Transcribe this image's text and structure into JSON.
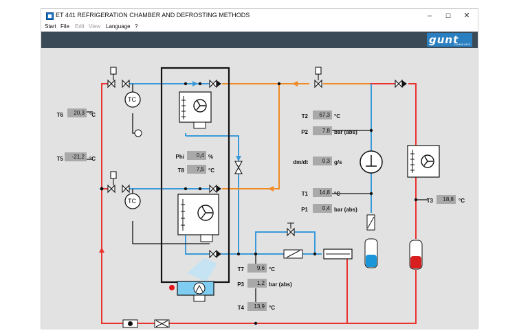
{
  "window": {
    "title": "ET 441 REFRIGERATION CHAMBER AND DEFROSTING METHODS",
    "minimize_glyph": "–",
    "maximize_glyph": "☐",
    "close_glyph": "✕"
  },
  "menu": {
    "start": "Start",
    "file": "File",
    "edit": "Edit",
    "view": "View",
    "language": "Language",
    "help": "?"
  },
  "logo": {
    "text": "gunt",
    "sub": "HAMBURG"
  },
  "readings": {
    "T6": {
      "label": "T6",
      "value": "20,3",
      "unit": "°C"
    },
    "T5": {
      "label": "T5",
      "value": "-21,2",
      "unit": "°C"
    },
    "Phi": {
      "label": "Phi",
      "value": "0,4",
      "unit": "%"
    },
    "T8": {
      "label": "T8",
      "value": "7,5",
      "unit": "°C"
    },
    "T2": {
      "label": "T2",
      "value": "67,3",
      "unit": "°C"
    },
    "P2": {
      "label": "P2",
      "value": "7,8",
      "unit": "bar (abs)"
    },
    "dmdt": {
      "label": "dm/dt",
      "value": "0,3",
      "unit": "g/s"
    },
    "T1": {
      "label": "T1",
      "value": "14,8",
      "unit": "°C"
    },
    "P1": {
      "label": "P1",
      "value": "0,4",
      "unit": "bar (abs)"
    },
    "T3": {
      "label": "T3",
      "value": "18,8",
      "unit": "°C"
    },
    "T7": {
      "label": "T7",
      "value": "9,6",
      "unit": "°C"
    },
    "P3": {
      "label": "P3",
      "value": "1,2",
      "unit": "bar (abs)"
    },
    "T4": {
      "label": "T4",
      "value": "13,9",
      "unit": "°C"
    }
  },
  "symbols": {
    "tc": "TC"
  },
  "colors": {
    "hot_line": "#e8332f",
    "cold_line": "#3a9ad9",
    "hotgas_line": "#f08a24",
    "banner": "#3b4a57",
    "value_box": "#a9a9a9",
    "canvas": "#e2e2e2"
  }
}
